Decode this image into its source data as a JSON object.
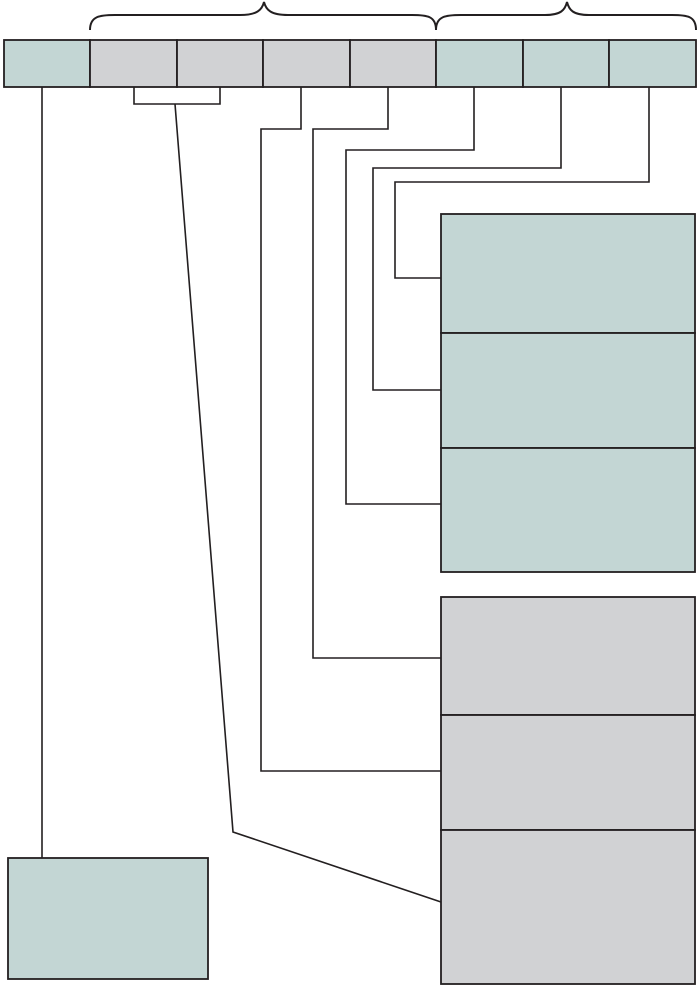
{
  "colors": {
    "teal": "#c3d6d4",
    "gray": "#d1d2d4",
    "stroke": "#231f20",
    "background": "#ffffff"
  },
  "header_cells": [
    {
      "fill": "teal"
    },
    {
      "fill": "gray"
    },
    {
      "fill": "gray"
    },
    {
      "fill": "gray"
    },
    {
      "fill": "gray"
    },
    {
      "fill": "teal"
    },
    {
      "fill": "teal"
    },
    {
      "fill": "teal"
    }
  ],
  "right_stack_teal": [
    {
      "fill": "teal"
    },
    {
      "fill": "teal"
    },
    {
      "fill": "teal"
    }
  ],
  "right_stack_gray": [
    {
      "fill": "gray"
    },
    {
      "fill": "gray"
    },
    {
      "fill": "gray"
    }
  ],
  "bottom_left_box": {
    "fill": "teal"
  },
  "text": {}
}
